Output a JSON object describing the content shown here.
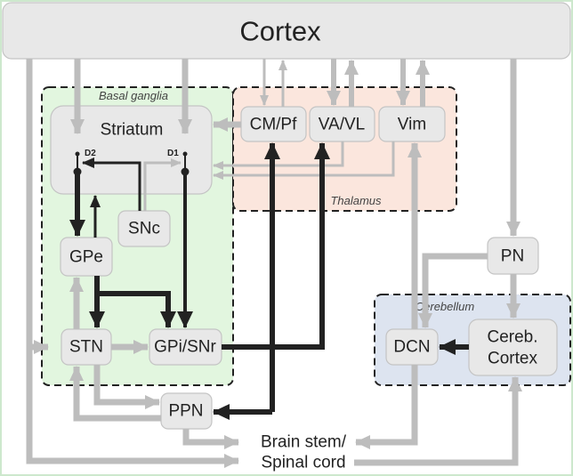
{
  "colors": {
    "basal_ganglia_fill": "#e2f6df",
    "thalamus_fill": "#fbe6dd",
    "cerebellum_fill": "#dde4f0",
    "node_fill": "#e8e8e8",
    "gray_pathway": "#bdbdbd",
    "black_pathway": "#222222"
  },
  "regions": {
    "basal_ganglia": "Basal ganglia",
    "thalamus": "Thalamus",
    "cerebellum": "Cerebellum"
  },
  "nodes": {
    "cortex": "Cortex",
    "striatum": "Striatum",
    "d2": "D2",
    "d1": "D1",
    "snc": "SNc",
    "gpe": "GPe",
    "stn": "STN",
    "gpi_snr": "GPi/SNr",
    "ppn": "PPN",
    "cm_pf": "CM/Pf",
    "va_vl": "VA/VL",
    "vim": "Vim",
    "pn": "PN",
    "dcn": "DCN",
    "cereb_cortex_line1": "Cereb.",
    "cereb_cortex_line2": "Cortex",
    "brain_stem": "Brain stem/",
    "spinal_cord": "Spinal cord"
  }
}
